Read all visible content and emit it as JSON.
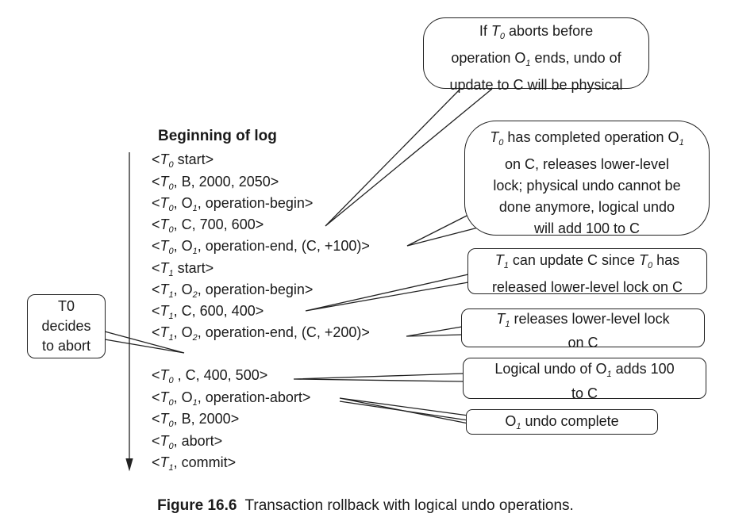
{
  "log": {
    "title": "Beginning of log",
    "records": [
      {
        "t": "T",
        "ts": "0",
        "rest": " start>"
      },
      {
        "t": "T",
        "ts": "0",
        "rest": ", B, 2000, 2050>"
      },
      {
        "t": "T",
        "ts": "0",
        "rest": ", O",
        "os": "1",
        "rest2": ", operation-begin>"
      },
      {
        "t": "T",
        "ts": "0",
        "rest": ", C, 700, 600>"
      },
      {
        "t": "T",
        "ts": "0",
        "rest": ", O",
        "os": "1",
        "rest2": ", operation-end, (C, +100)>"
      },
      {
        "t": "T",
        "ts": "1",
        "rest": " start>"
      },
      {
        "t": "T",
        "ts": "1",
        "rest": ", O",
        "os": "2",
        "rest2": ", operation-begin>"
      },
      {
        "t": "T",
        "ts": "1",
        "rest": ", C, 600, 400>"
      },
      {
        "t": "T",
        "ts": "1",
        "rest": ", O",
        "os": "2",
        "rest2": ", operation-end, (C, +200)>"
      },
      {
        "t": "T",
        "ts": "0",
        "rest": " , C, 400, 500>"
      },
      {
        "t": "T",
        "ts": "0",
        "rest": ", O",
        "os": "1",
        "rest2": ", operation-abort>"
      },
      {
        "t": "T",
        "ts": "0",
        "rest": ", B, 2000>"
      },
      {
        "t": "T",
        "ts": "0",
        "rest": ", abort>"
      },
      {
        "t": "T",
        "ts": "1",
        "rest": ", commit>"
      }
    ]
  },
  "notes": {
    "abort_decision": [
      "T0",
      "decides",
      "to abort"
    ],
    "physical_undo": {
      "l1a": "If ",
      "l1t": "T",
      "l1ts": "0",
      "l1b": " aborts before",
      "l2a": "operation O",
      "l2s": "1",
      "l2b": " ends, undo of",
      "l3": "update to C will be physical"
    },
    "logical_undo_info": {
      "l1t": "T",
      "l1ts": "0",
      "l1a": " has completed operation O",
      "l1s": "1",
      "l2": "on C, releases lower-level",
      "l3": "lock; physical undo cannot be",
      "l4": "done anymore, logical undo",
      "l5": "will add 100 to C"
    },
    "t1_update": {
      "l1t": "T",
      "l1ts": "1",
      "l1a": " can update C since ",
      "l1t2": "T",
      "l1t2s": "0",
      "l1b": " has",
      "l2": "released lower-level lock on C"
    },
    "t1_release": {
      "l1t": "T",
      "l1ts": "1",
      "l1a": " releases lower-level lock",
      "l2": "on C"
    },
    "logical_undo_adds": {
      "l1a": "Logical undo of O",
      "l1s": "1",
      "l1b": " adds 100",
      "l2": "to C"
    },
    "undo_complete": {
      "l1a": "O",
      "l1s": "1",
      "l1b": " undo complete"
    }
  },
  "caption": {
    "label": "Figure 16.6",
    "text": "Transaction rollback with logical undo operations."
  }
}
